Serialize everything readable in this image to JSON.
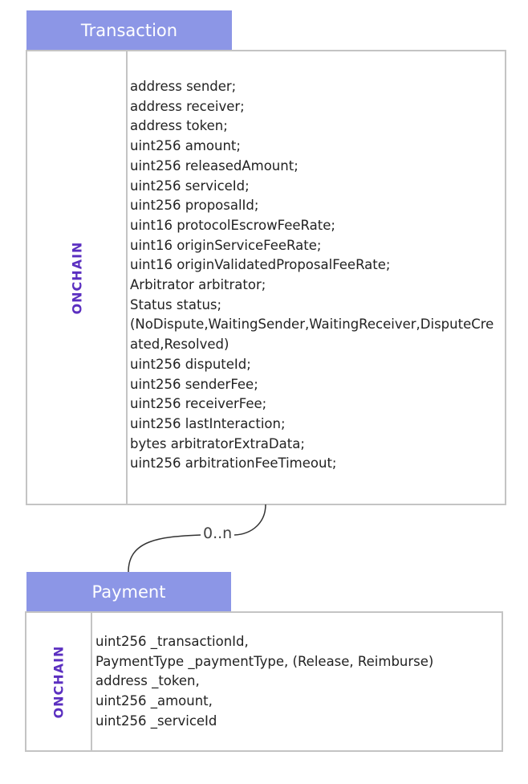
{
  "transaction": {
    "title": "Transaction",
    "side_label": "ONCHAIN",
    "fields": [
      "address sender;",
      "address receiver;",
      "address token;",
      "uint256 amount;",
      "uint256 releasedAmount;",
      "uint256 serviceId;",
      "uint256 proposalId;",
      "uint16 protocolEscrowFeeRate;",
      "uint16 originServiceFeeRate;",
      "uint16 originValidatedProposalFeeRate;",
      "Arbitrator arbitrator;",
      "Status status;",
      "(NoDispute,WaitingSender,WaitingReceiver,DisputeCre",
      "ated,Resolved)",
      "uint256 disputeId;",
      "uint256 senderFee;",
      "uint256 receiverFee;",
      "uint256 lastInteraction;",
      "bytes arbitratorExtraData;",
      "uint256 arbitrationFeeTimeout;"
    ]
  },
  "relation": {
    "multiplicity": "0..n"
  },
  "payment": {
    "title": "Payment",
    "side_label": "ONCHAIN",
    "fields": [
      "uint256 _transactionId,",
      "PaymentType _paymentType, (Release, Reimburse)",
      "address _token,",
      "uint256 _amount,",
      "uint256 _serviceId"
    ]
  },
  "colors": {
    "header": "#8c96e6",
    "label": "#5b2fc0",
    "border": "#c4c4c4"
  }
}
